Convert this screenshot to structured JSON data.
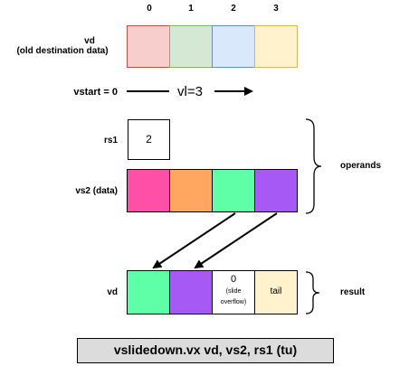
{
  "indices": [
    "0",
    "1",
    "2",
    "3"
  ],
  "vd_label_line1": "vd",
  "vd_label_line2": "(old destination data)",
  "vstart_label": "vstart = 0",
  "vl_label": "vl=3",
  "rs1_label": "rs1",
  "rs1_value": "2",
  "vs2_label": "vs2 (data)",
  "operands_label": "operands",
  "vd_result_label": "vd",
  "result_label": "result",
  "result_cells": {
    "slot2_value": "0",
    "slot2_note_line1": "(slide",
    "slot2_note_line2": "overflow)",
    "slot3_label": "tail"
  },
  "instruction": "vslidedown.vx vd, vs2, rs1  (tu)",
  "colors": {
    "old_vd": [
      "#f8cecc",
      "#d5e8d4",
      "#dae8fc",
      "#fff2cc"
    ],
    "old_vd_border": [
      "#b85450",
      "#82b366",
      "#6c8ebf",
      "#d6b656"
    ],
    "vs2": [
      "#ff4fa7",
      "#ffa760",
      "#5effa7",
      "#a759f5"
    ],
    "result_0": "#5effa7",
    "result_1": "#a759f5",
    "result_2": "#ffffff",
    "result_3": "#fff2cc",
    "title_bg": "#dcdcdc"
  }
}
